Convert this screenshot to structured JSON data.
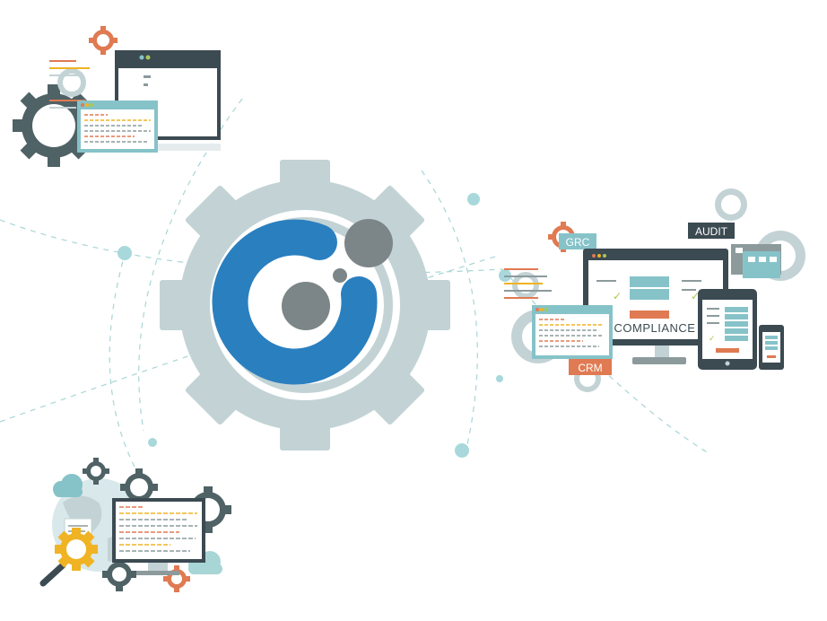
{
  "labels": {
    "grc": "GRC",
    "audit": "AUDIT",
    "compliance": "COMPLIANCE",
    "crm": "CRM"
  },
  "colors": {
    "gear_light": "#c3d3d5",
    "gear_dark": "#4f6265",
    "logo_blue": "#2a7fbf",
    "logo_gray": "#7c8587",
    "orange": "#e07a52",
    "teal": "#86c3c9",
    "yellow": "#f0b323",
    "navy": "#3c4a52"
  },
  "icons": [
    "central-gear-icon",
    "logo-icon",
    "settings-gear-icon",
    "monitor-icon",
    "tablet-icon",
    "phone-icon",
    "cloud-icon",
    "globe-icon",
    "magnifier-icon"
  ]
}
